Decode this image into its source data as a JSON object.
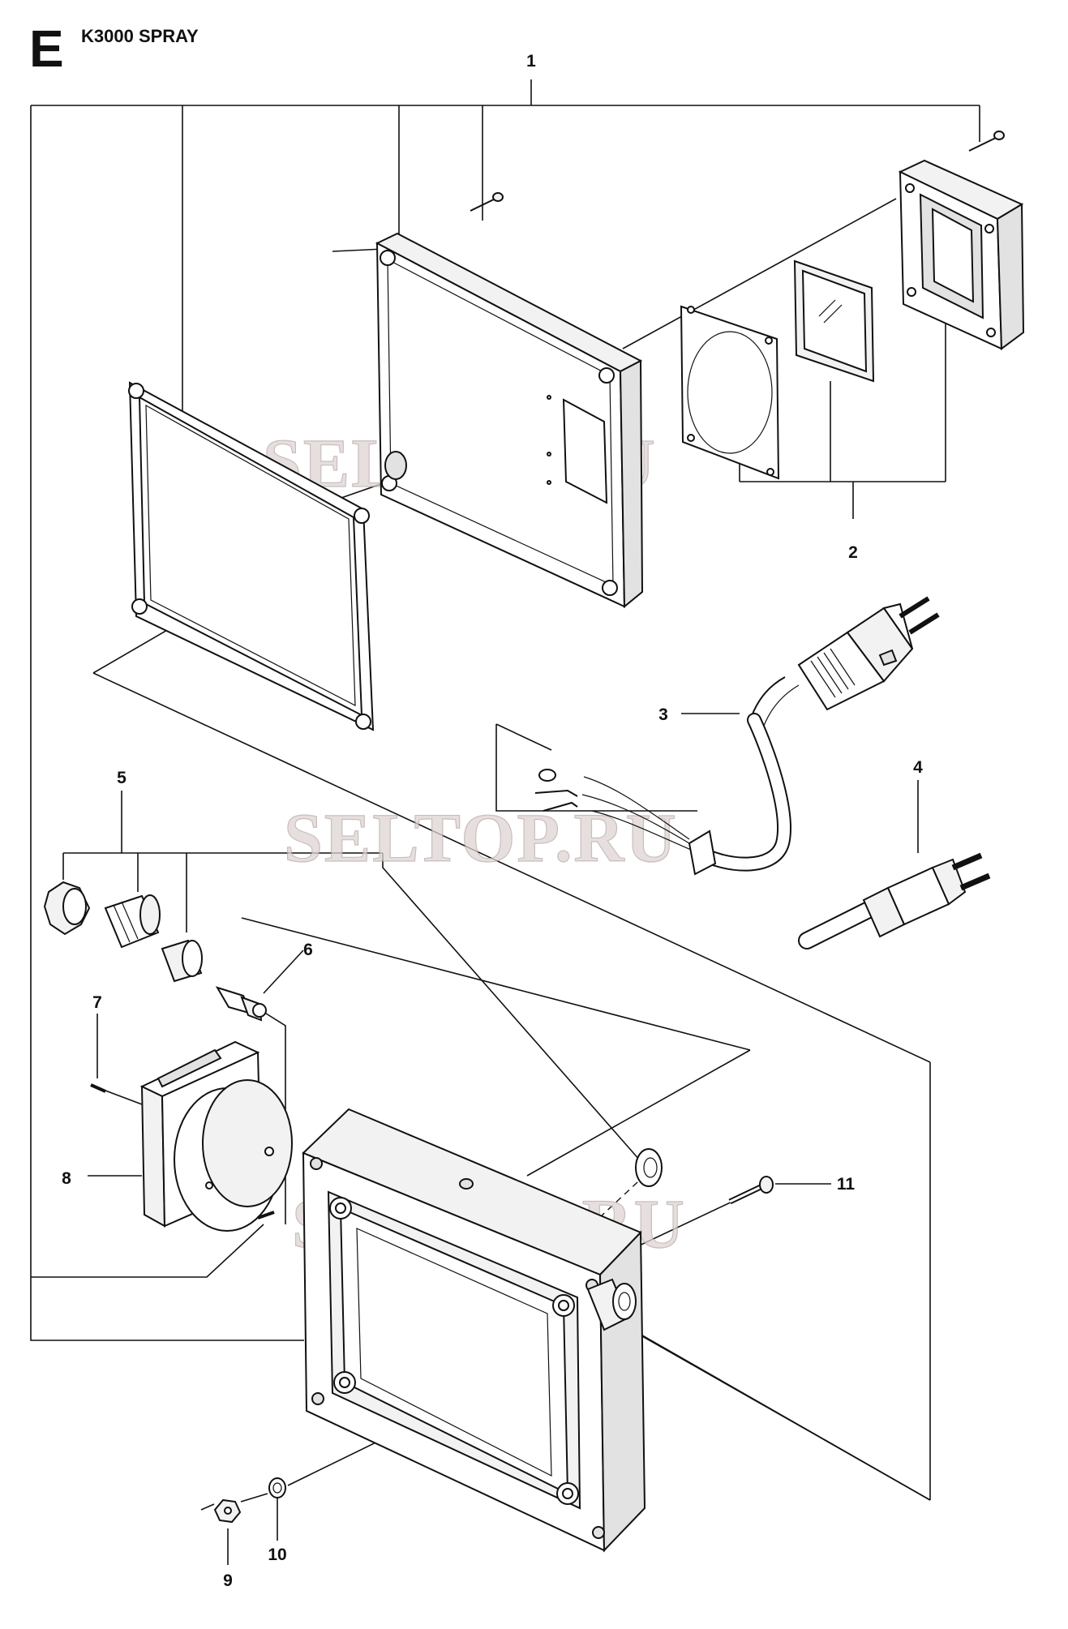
{
  "header": {
    "section_letter": "E",
    "title": "K3000 SPRAY"
  },
  "callouts": [
    "1",
    "2",
    "3",
    "4",
    "5",
    "6",
    "7",
    "8",
    "9",
    "10",
    "11"
  ],
  "watermark": "SELTOP.RU"
}
